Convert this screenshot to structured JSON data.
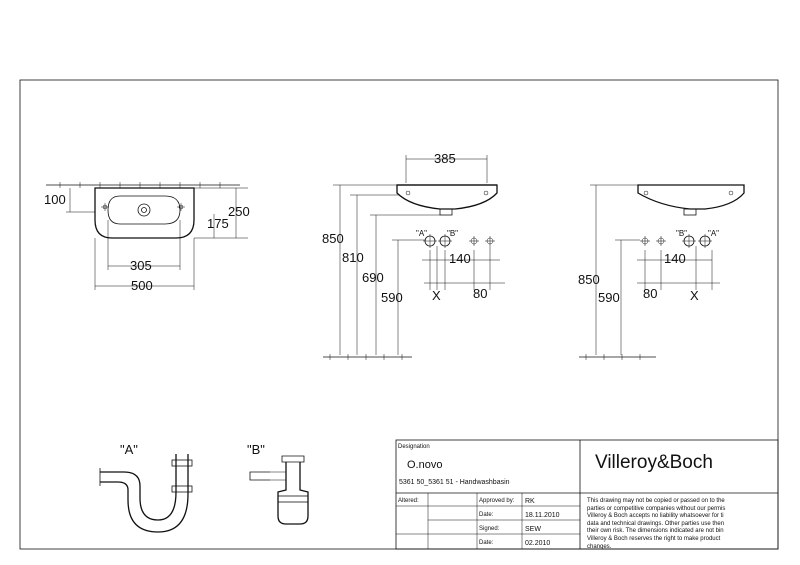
{
  "drawing": {
    "dims": {
      "d100": "100",
      "d250": "250",
      "d175": "175",
      "d305": "305",
      "d500": "500",
      "d385": "385",
      "d850": "850",
      "d810": "810",
      "d690": "690",
      "d590": "590",
      "d140": "140",
      "d80": "80",
      "x": "X",
      "side_d850": "850",
      "side_d590": "590",
      "side_d140": "140",
      "side_d80": "80",
      "side_x": "X"
    },
    "markers": {
      "a": "\"A\"",
      "b": "\"B\""
    },
    "details": {
      "a_label": "\"A\"",
      "b_label": "\"B\""
    }
  },
  "title_block": {
    "designation_label": "Designation",
    "product_name": "O.novo",
    "product_desc": "5361 50_5361 51 - Handwashbasin",
    "brand": "Villeroy&Boch",
    "altered_label": "Altered:",
    "approved_label": "Approved by:",
    "approved_value": "RK",
    "date1_label": "Date:",
    "date1_value": "18.11.2010",
    "signed_label": "Signed:",
    "signed_value": "SEW",
    "date2_label": "Date:",
    "date2_value": "02.2010",
    "disclaimer": "This drawing may not be copied or passed on to the\nparties or competitive companies without our permis\nVilleroy & Boch accepts no liability whatsoever for ti\ndata and technical drawings. Other parties use then\ntheir own risk. The dimensions indicated are not bin\nVilleroy & Boch reserves the right to make product\nchanges."
  }
}
